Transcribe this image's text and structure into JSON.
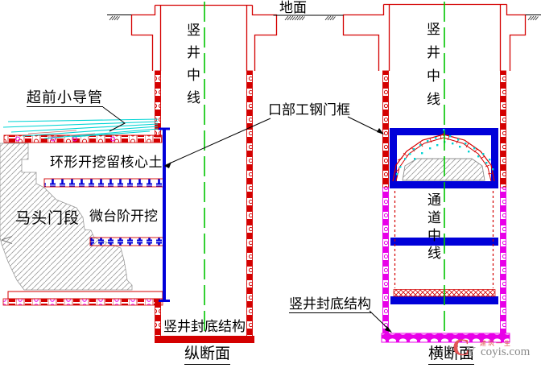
{
  "ground": {
    "label": "地面"
  },
  "door_frame": {
    "label": "口部工钢门框"
  },
  "left_view": {
    "title": "纵断面",
    "shaft_centerline": "竖井中线",
    "advance_pipes": "超前小导管",
    "ring_excavation": "环形开挖留核心土",
    "portal_section": "马头门段",
    "micro_bench": "微台阶开挖",
    "bottom_seal": "竖井封底结构"
  },
  "right_view": {
    "title": "横断面",
    "shaft_centerline": "竖井中线",
    "channel_centerline": "通道中线",
    "bottom_seal": "竖井封底结构"
  },
  "watermark": {
    "logo_c": "C",
    "logo_y": "Y",
    "slogan": "建筑一生",
    "site": "coyis.com"
  },
  "colors": {
    "structure_red": "#d40000",
    "support_blue": "#0000d9",
    "lining_magenta": "#e800e8",
    "pipe_cyan": "#00d4d4",
    "centerline_green": "#00c400",
    "hatch_gray": "#9a9a9a"
  }
}
